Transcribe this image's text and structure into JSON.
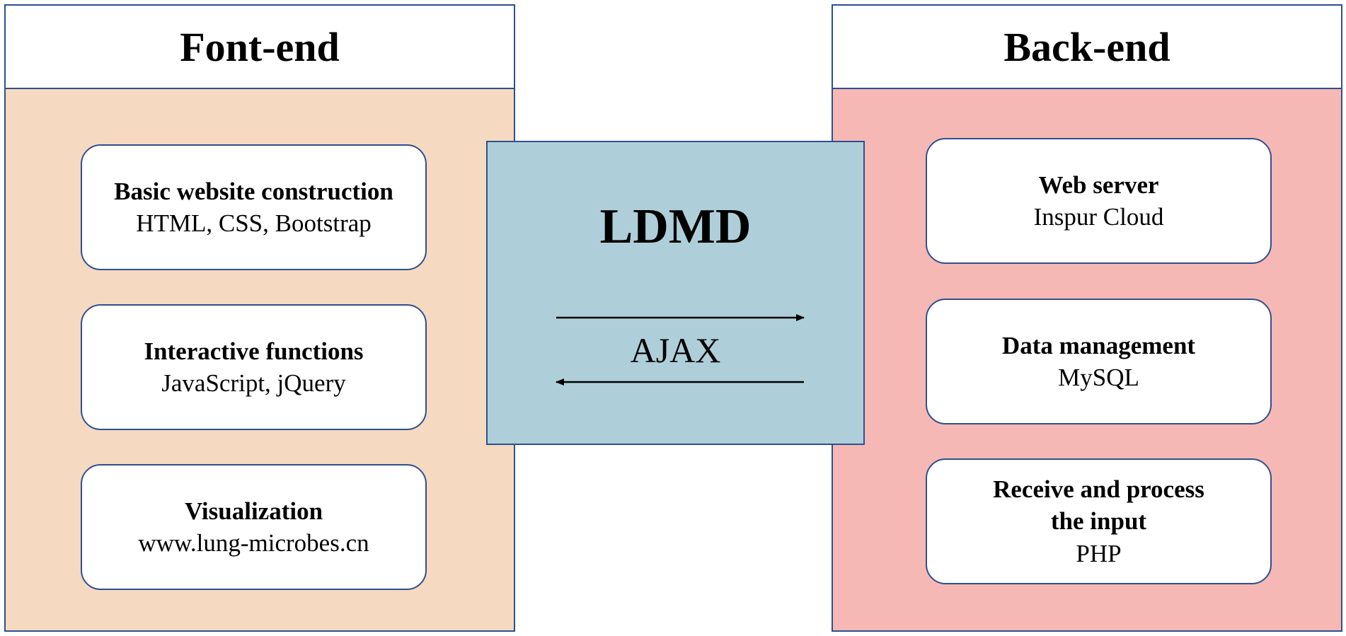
{
  "frontend": {
    "title": "Font-end",
    "color": "#f5d9c1",
    "cards": [
      {
        "title": "Basic website construction",
        "sub": "HTML, CSS, Bootstrap"
      },
      {
        "title": "Interactive functions",
        "sub": "JavaScript, jQuery"
      },
      {
        "title": "Visualization",
        "sub": "www.lung-microbes.cn"
      }
    ]
  },
  "center": {
    "title": "LDMD",
    "label": "AJAX",
    "color": "#aecfd9"
  },
  "backend": {
    "title": "Back-end",
    "color": "#f6b8b5",
    "cards": [
      {
        "title": "Web server",
        "sub": "Inspur Cloud"
      },
      {
        "title": "Data management",
        "sub": "MySQL"
      },
      {
        "title": "Receive and process",
        "title2": "the input",
        "sub": "PHP"
      }
    ]
  },
  "colors": {
    "border": "#2f4f8f"
  }
}
